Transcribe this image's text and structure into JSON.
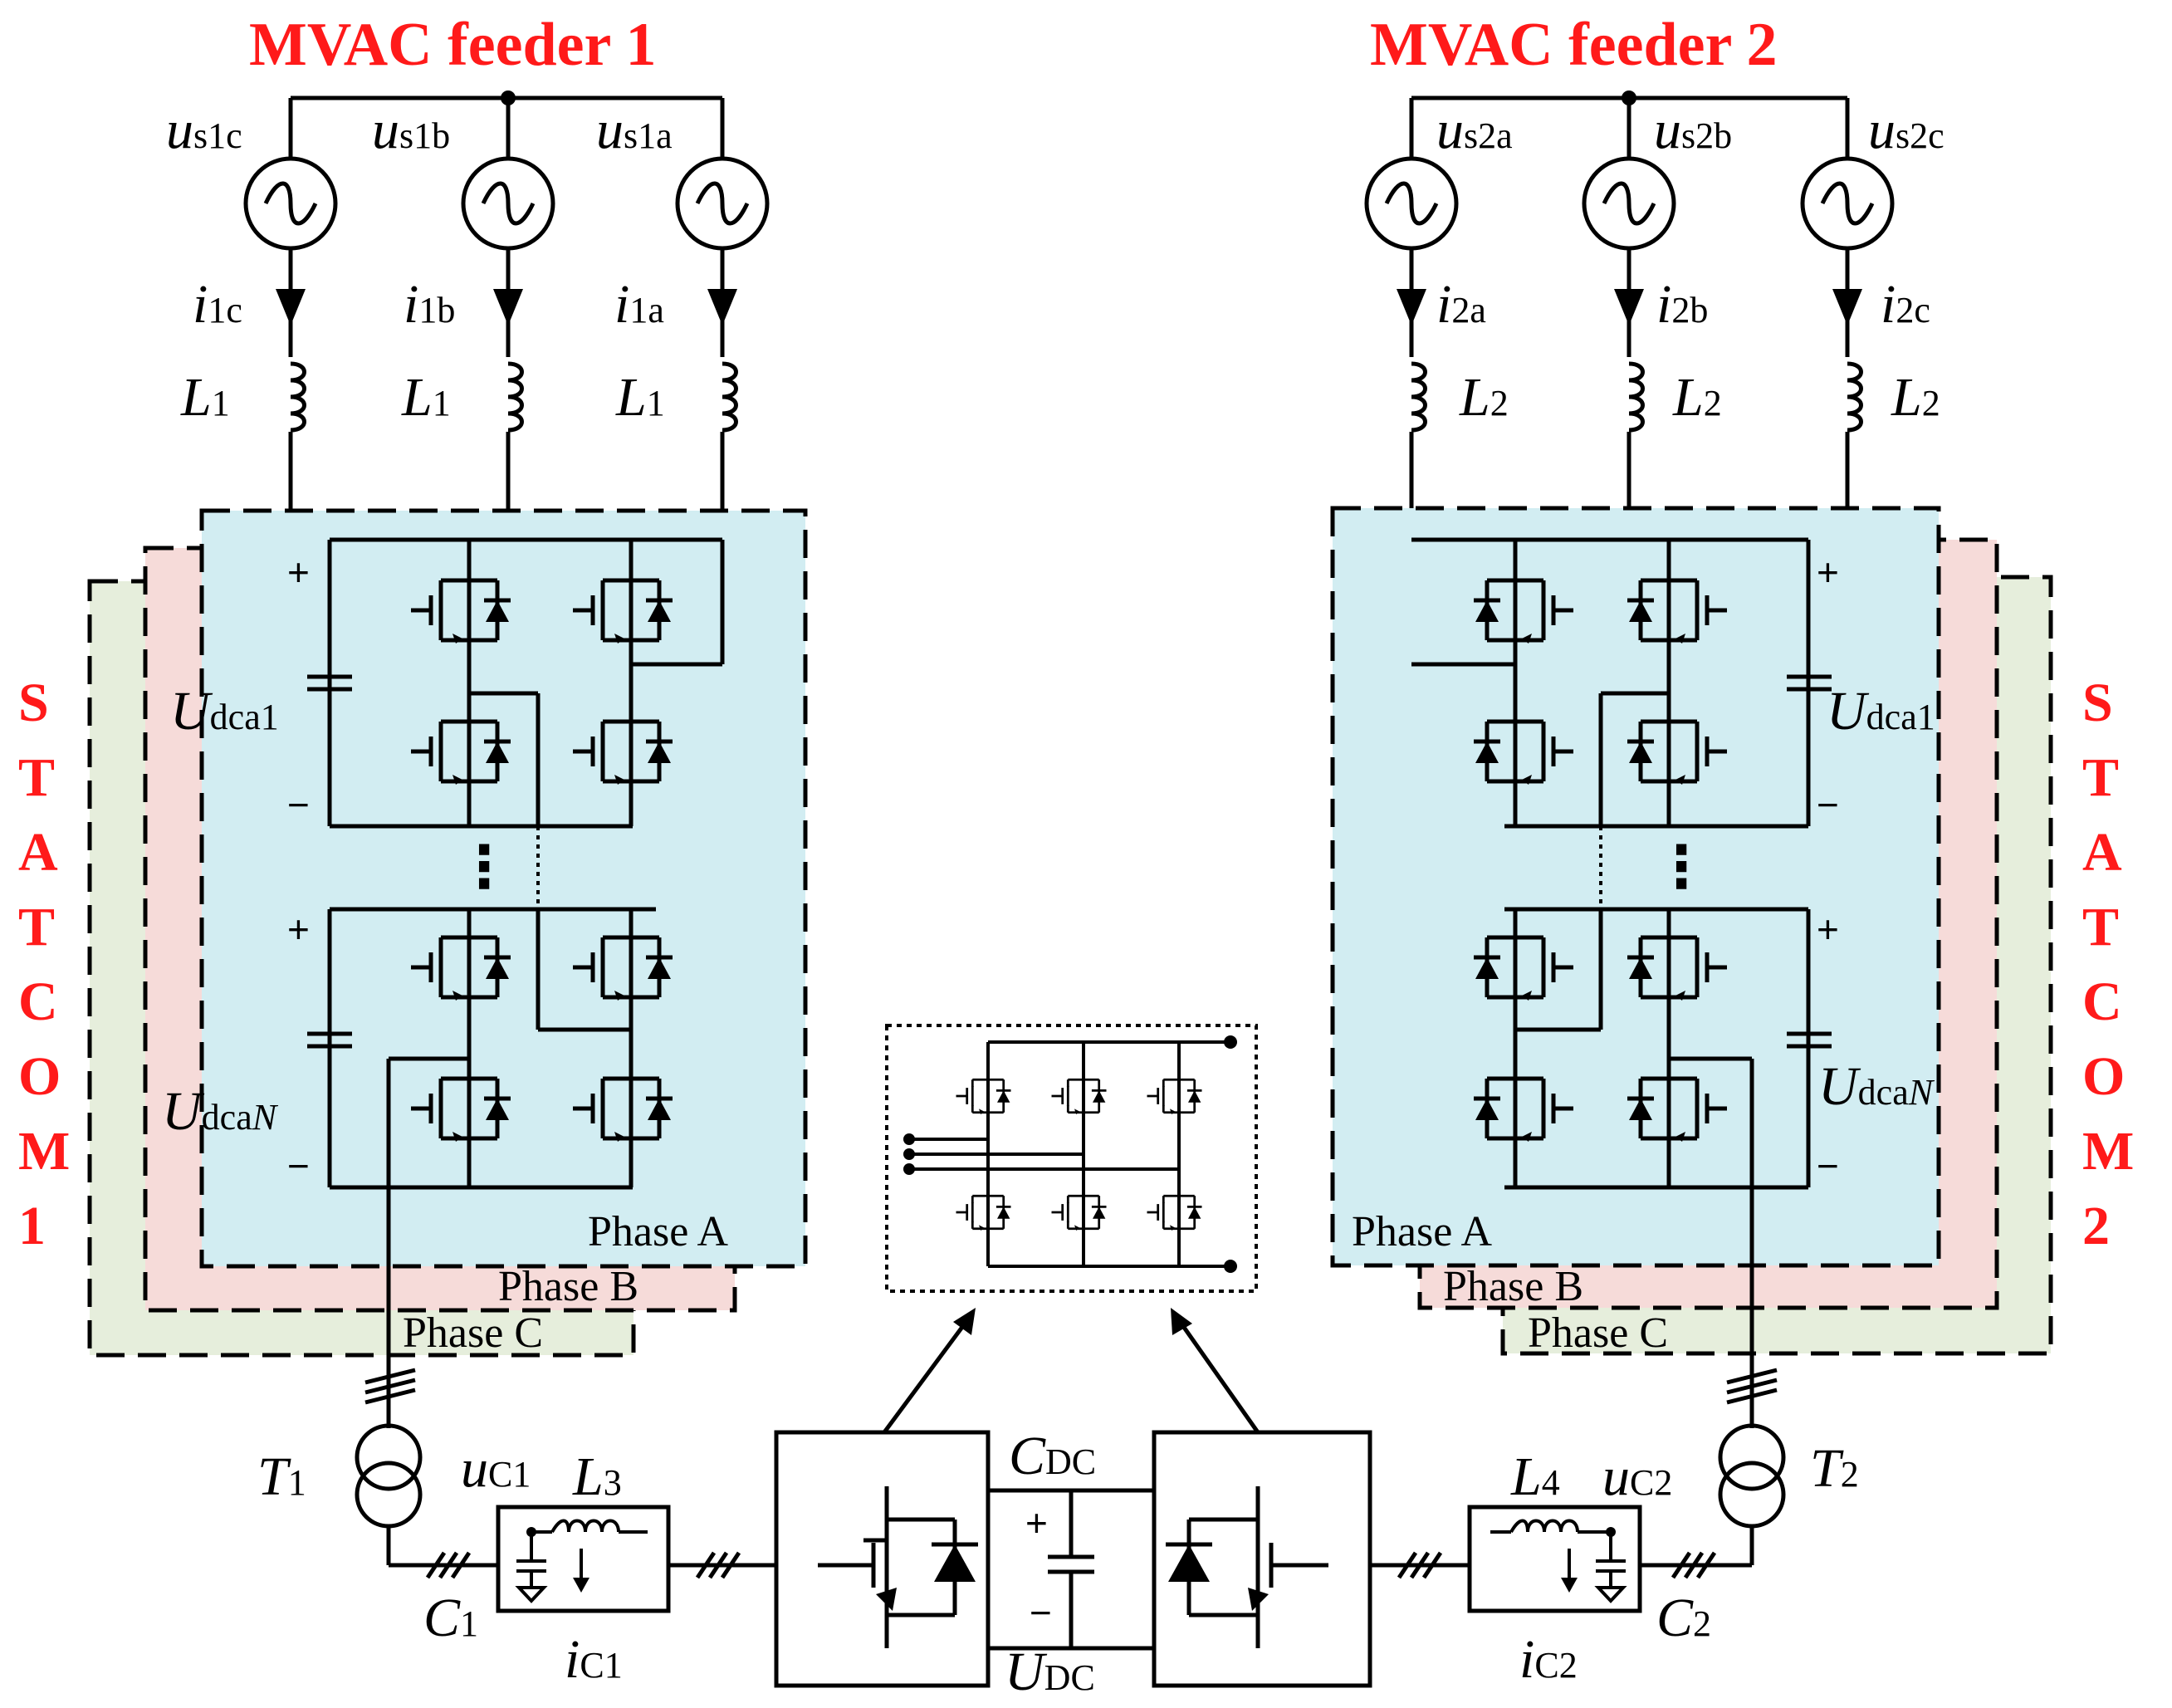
{
  "feeders": {
    "left": {
      "title": "MVAC feeder 1",
      "sources": [
        {
          "label": "u",
          "sub": "s1c"
        },
        {
          "label": "u",
          "sub": "s1b"
        },
        {
          "label": "u",
          "sub": "s1a"
        }
      ],
      "currents": [
        {
          "label": "i",
          "sub": "1c"
        },
        {
          "label": "i",
          "sub": "1b"
        },
        {
          "label": "i",
          "sub": "1a"
        }
      ],
      "inductor": {
        "label": "L",
        "sub": "1"
      }
    },
    "right": {
      "title": "MVAC feeder 2",
      "sources": [
        {
          "label": "u",
          "sub": "s2a"
        },
        {
          "label": "u",
          "sub": "s2b"
        },
        {
          "label": "u",
          "sub": "s2c"
        }
      ],
      "currents": [
        {
          "label": "i",
          "sub": "2a"
        },
        {
          "label": "i",
          "sub": "2b"
        },
        {
          "label": "i",
          "sub": "2c"
        }
      ],
      "inductor": {
        "label": "L",
        "sub": "2"
      }
    }
  },
  "statcom_left": {
    "letters": [
      "S",
      "T",
      "A",
      "T",
      "C",
      "O",
      "M",
      "1"
    ],
    "phases": {
      "a": "Phase A",
      "b": "Phase B",
      "c": "Phase C"
    },
    "cap_top": {
      "label": "U",
      "sub": "dca1"
    },
    "cap_bottom": {
      "label": "U",
      "sub": "dca",
      "subi": "N"
    },
    "plus": "+",
    "minus": "−",
    "ellipsis": "⋮"
  },
  "statcom_right": {
    "letters": [
      "S",
      "T",
      "A",
      "T",
      "C",
      "O",
      "M",
      "2"
    ],
    "phases": {
      "a": "Phase A",
      "b": "Phase B",
      "c": "Phase C"
    },
    "cap_top": {
      "label": "U",
      "sub": "dca1"
    },
    "cap_bottom": {
      "label": "U",
      "sub": "dca",
      "subi": "N"
    }
  },
  "bottom": {
    "t1": {
      "label": "T",
      "sub": "1"
    },
    "t2": {
      "label": "T",
      "sub": "2"
    },
    "uc1": {
      "label": "u",
      "sub": "C1"
    },
    "uc2": {
      "label": "u",
      "sub": "C2"
    },
    "l3": {
      "label": "L",
      "sub": "3"
    },
    "l4": {
      "label": "L",
      "sub": "4"
    },
    "c1": {
      "label": "C",
      "sub": "1"
    },
    "c2": {
      "label": "C",
      "sub": "2"
    },
    "ic1": {
      "label": "i",
      "sub": "C1"
    },
    "ic2": {
      "label": "i",
      "sub": "C2"
    },
    "cdc": {
      "label": "C",
      "sub": "DC"
    },
    "udc": {
      "label": "U",
      "sub": "DC"
    },
    "plus": "+",
    "minus": "−"
  },
  "colors": {
    "accent_red": "#ff1a1a",
    "phase_a_fill": "#d2edf2",
    "phase_b_fill": "#f6dbd9",
    "phase_c_fill": "#e6eedc"
  }
}
